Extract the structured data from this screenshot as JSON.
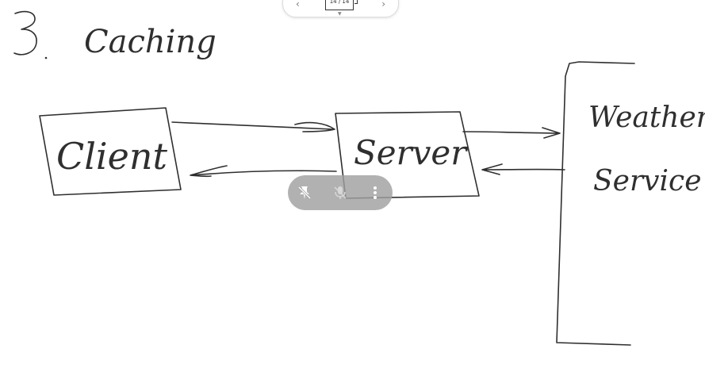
{
  "window": {
    "title": ""
  },
  "page_nav": {
    "counter": "14 / 14",
    "prev_icon": "chevron-left-icon",
    "next_icon": "chevron-right-icon"
  },
  "whiteboard": {
    "heading_number": "3.",
    "heading_text": "Caching",
    "client_label": "Client",
    "server_label": "Server",
    "weather_label": "Weather",
    "service_label": "Service",
    "ink_color": "#2f2f2f"
  },
  "toolbar": {
    "pin_icon": "pin-off-icon",
    "mic_icon": "mic-off-icon",
    "more_icon": "more-vertical-icon"
  }
}
